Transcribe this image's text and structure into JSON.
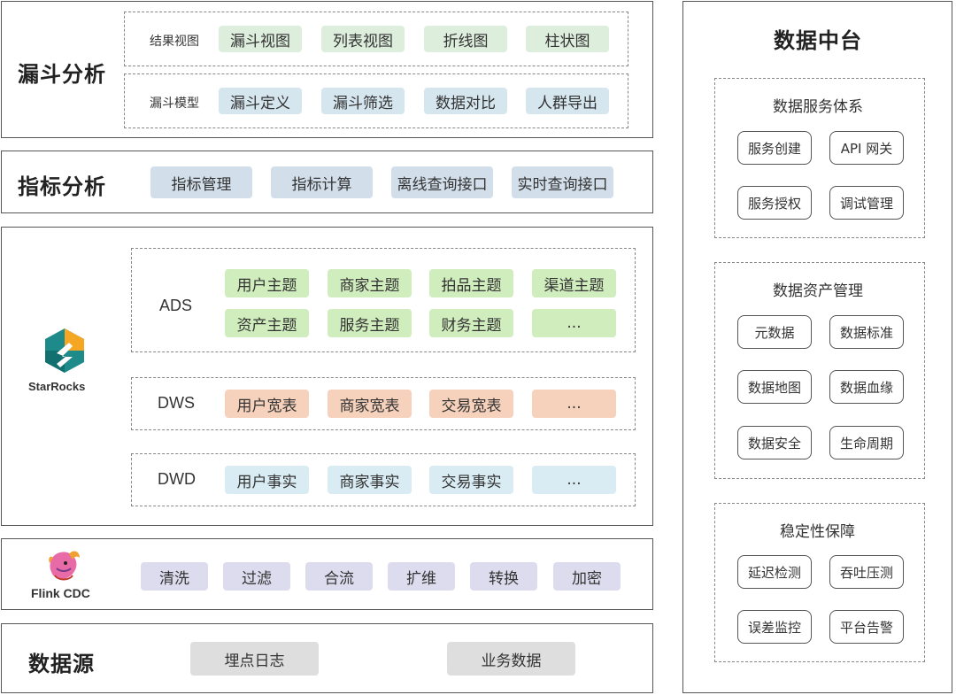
{
  "funnel": {
    "title": "漏斗分析",
    "result_view": {
      "label": "结果视图",
      "items": [
        "漏斗视图",
        "列表视图",
        "折线图",
        "柱状图"
      ]
    },
    "funnel_model": {
      "label": "漏斗模型",
      "items": [
        "漏斗定义",
        "漏斗筛选",
        "数据对比",
        "人群导出"
      ]
    }
  },
  "metrics": {
    "title": "指标分析",
    "items": [
      "指标管理",
      "指标计算",
      "离线查询接口",
      "实时查询接口"
    ]
  },
  "warehouse": {
    "logo_name": "StarRocks",
    "ads": {
      "label": "ADS",
      "items": [
        "用户主题",
        "商家主题",
        "拍品主题",
        "渠道主题",
        "资产主题",
        "服务主题",
        "财务主题",
        "..."
      ]
    },
    "dws": {
      "label": "DWS",
      "items": [
        "用户宽表",
        "商家宽表",
        "交易宽表",
        "..."
      ]
    },
    "dwd": {
      "label": "DWD",
      "items": [
        "用户事实",
        "商家事实",
        "交易事实",
        "..."
      ]
    }
  },
  "flink": {
    "logo_name": "Flink CDC",
    "items": [
      "清洗",
      "过滤",
      "合流",
      "扩维",
      "转换",
      "加密"
    ]
  },
  "source": {
    "title": "数据源",
    "items": [
      "埋点日志",
      "业务数据"
    ]
  },
  "platform": {
    "title": "数据中台",
    "service": {
      "title": "数据服务体系",
      "items": [
        "服务创建",
        "API 网关",
        "服务授权",
        "调试管理"
      ]
    },
    "asset": {
      "title": "数据资产管理",
      "items": [
        "元数据",
        "数据标准",
        "数据地图",
        "数据血缘",
        "数据安全",
        "生命周期"
      ]
    },
    "stability": {
      "title": "稳定性保障",
      "items": [
        "延迟检测",
        "吞吐压测",
        "误差监控",
        "平台告警"
      ]
    }
  },
  "colors": {
    "result_view_fill": "#ddeedd",
    "funnel_model_fill": "#d6e6ef",
    "metrics_fill": "#d2dfeb",
    "ads_fill": "#d0edbd",
    "dws_fill": "#f6d2bc",
    "dwd_fill": "#d9ecf3",
    "flink_fill": "#dddcef",
    "source_fill": "#dedede"
  }
}
